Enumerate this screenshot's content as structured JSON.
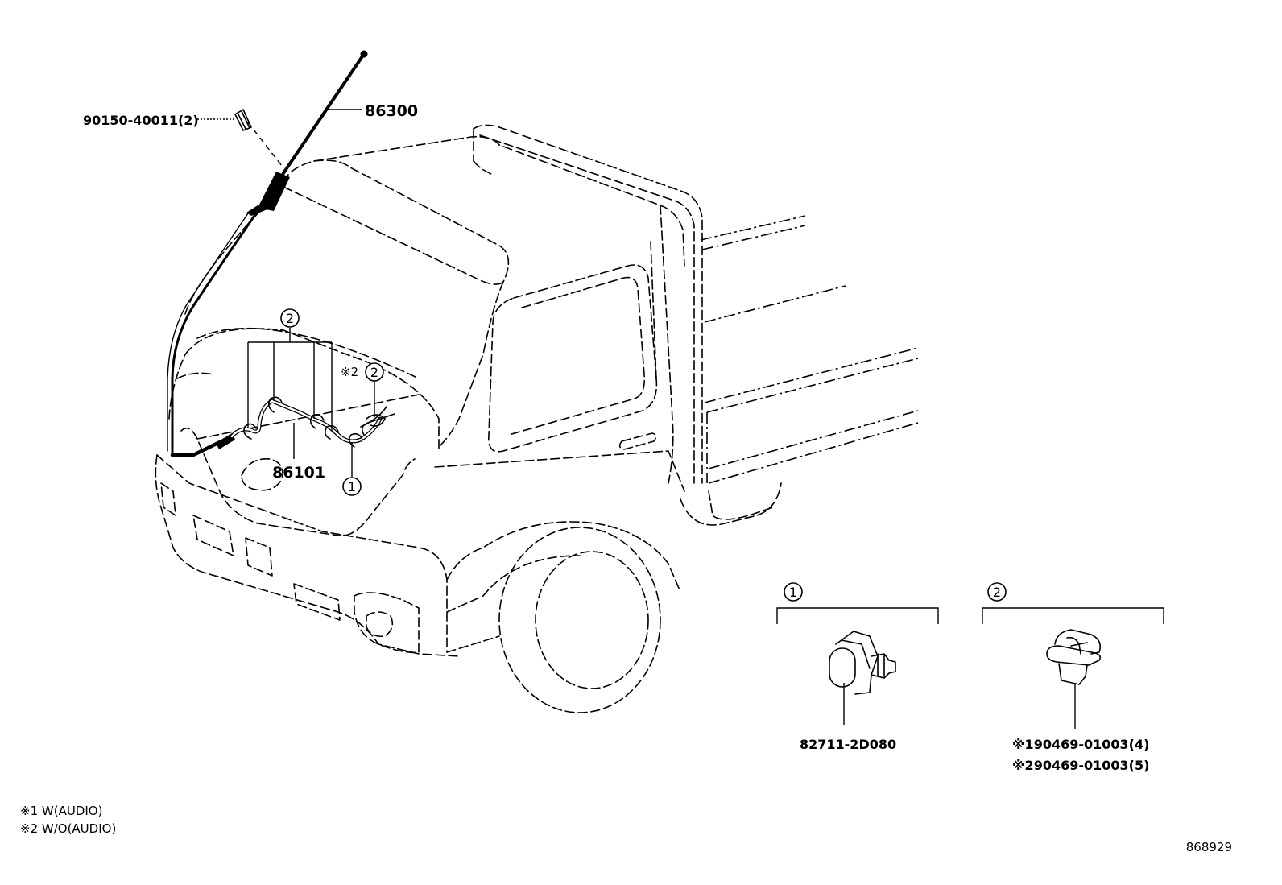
{
  "callouts": {
    "circle_1": "1",
    "circle_2": "2"
  },
  "parts": {
    "bolt": "90150-40011(2)",
    "antenna_pole": "86300",
    "antenna_cord": "86101",
    "clamp_1": "82711-2D080",
    "clip_2_w_audio": "※190469-01003(4)",
    "clip_2_wo_audio": "※290469-01003(5)"
  },
  "notes": {
    "ref_marker_2": "※2",
    "note_1": "※1 W(AUDIO)",
    "note_2": "※2  W/O(AUDIO)"
  },
  "diagram_id": "868929",
  "icons": [
    "bolt-icon",
    "antenna-icon",
    "clamp-icon",
    "clip-icon",
    "truck-outline"
  ]
}
